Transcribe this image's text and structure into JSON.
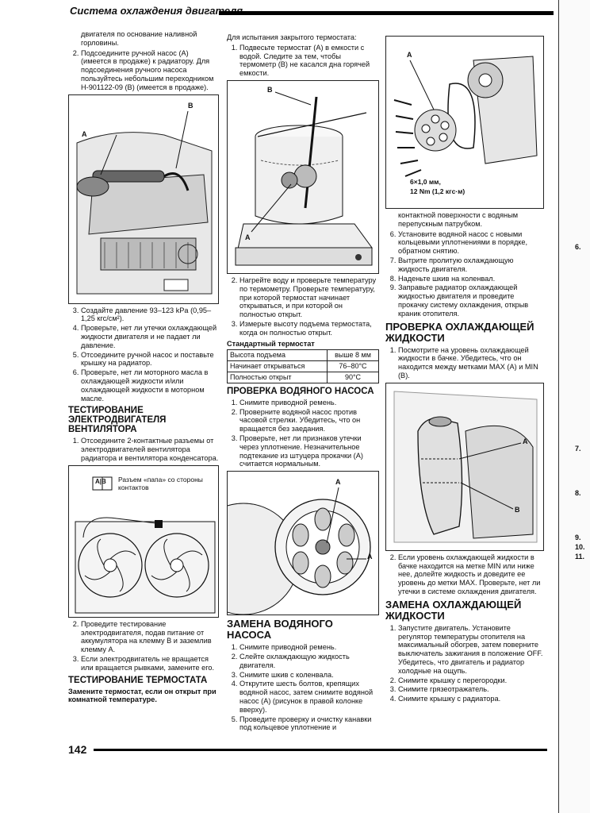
{
  "header": {
    "title": "Система охлаждения двигателя"
  },
  "col1": {
    "intro_lines": [
      "двигателя по основание наливной горловины."
    ],
    "steps_a": [
      "Подсоедините ручной насос (A) (имеется в продаже) к радиатору. Для подсоединения ручного насоса пользуйтесь небольшим переходником H-901122-09 (B) (имеется в продаже)."
    ],
    "fig1": {
      "label_a": "A",
      "label_b": "B"
    },
    "steps_b": [
      "Создайте давление 93–123 kPa (0,95–1,25 кгс/см²).",
      "Проверьте, нет ли утечки охлаждающей жидкости двигателя и не падает ли давление.",
      "Отсоедините ручной насос и поставьте крышку на радиатор.",
      "Проверьте, нет ли моторного масла в охлаждающей жидкости и/или охлаждающей жидкости в моторном масле."
    ],
    "fan_heading": "ТЕСТИРОВАНИЕ ЭЛЕКТРОДВИГАТЕЛЯ ВЕНТИЛЯТОРА",
    "fan_steps_a": [
      "Отсоедините 2-контактные разъемы от электродвигателей вентилятора радиатора и вентилятора конденсатора."
    ],
    "fig2": {
      "connector": "A|B",
      "caption": "Разъем «папа» со стороны контактов"
    },
    "fan_steps_b": [
      "Проведите тестирование электродвигателя, подав питание от аккумулятора на клемму B и заземлив клемму A.",
      "Если электродвигатель не вращается или вращается рывками, замените его."
    ],
    "thermo_heading": "ТЕСТИРОВАНИЕ ТЕРМОСТАТА",
    "thermo_note": "Замените термостат, если он открыт при комнатной температуре."
  },
  "col2": {
    "intro": "Для испытания закрытого термостата:",
    "steps_a": [
      "Подвесьте термостат (A) в емкости с водой. Следите за тем, чтобы термометр (B) не касался дна горячей емкости."
    ],
    "fig3": {
      "label_a": "A",
      "label_b": "B"
    },
    "steps_b": [
      "Нагрейте воду и проверьте температуру по термометру. Проверьте температуру, при которой термостат начинает открываться, и при которой он полностью открыт.",
      "Измерьте высоту подъема термостата, когда он полностью открыт."
    ],
    "table_title": "Стандартный термостат",
    "table": [
      {
        "name": "Высота подъема",
        "value": "выше 8 мм"
      },
      {
        "name": "Начинает открываться",
        "value": "76–80°C"
      },
      {
        "name": "Полностью открыт",
        "value": "90°C"
      }
    ],
    "pump_check_heading": "ПРОВЕРКА ВОДЯНОГО НАСОСА",
    "pump_check_steps": [
      "Снимите приводной ремень.",
      "Проверните водяной насос против часовой стрелки. Убедитесь, что он вращается без заедания.",
      "Проверьте, нет ли признаков утечки через уплотнение. Незначительное подтекание из штуцера прокачки (A) считается нормальным."
    ],
    "fig4": {
      "label_a": "A"
    },
    "pump_replace_heading": "ЗАМЕНА ВОДЯНОГО НАСОСА",
    "pump_replace_steps": [
      "Снимите приводной ремень.",
      "Слейте охлаждающую жидкость двигателя.",
      "Снимите шкив с коленвала.",
      "Открутите шесть болтов, крепящих водяной насос, затем снимите водяной насос (A) (рисунок в правой колонке вверху).",
      "Проведите проверку и очистку канавки под кольцевое уплотнение и"
    ]
  },
  "col3": {
    "fig5": {
      "label_a": "A",
      "spec1": "6×1,0 мм,",
      "spec2": "12 Nm (1,2 кгс·м)"
    },
    "continuation": "контактной поверхности с водяным перепускным патрубком.",
    "steps": [
      "Установите водяной насос с новыми кольцевыми уплотнениями в порядке, обратном снятию.",
      "Вытрите пролитую охлаждающую жидкость двигателя.",
      "Наденьте шкив на коленвал.",
      "Заправьте радиатор охлаждающей жидкостью двигателя и проведите прокачку систему охлаждения, открыв краник отопителя."
    ],
    "level_heading": "ПРОВЕРКА ОХЛАЖДАЮЩЕЙ ЖИДКОСТИ",
    "level_steps_a": [
      "Посмотрите на уровень охлаждающей жидкости в бачке. Убедитесь, что он находится между метками MAX (A) и MIN (B)."
    ],
    "fig6": {
      "label_a": "A",
      "label_b": "B"
    },
    "level_steps_b": [
      "Если уровень охлаждающей жидкости в бачке находится на метке MIN или ниже нее, долейте жидкость и доведите ее уровень до метки MAX. Проверьте, нет ли утечки в системе охлаждения двигателя."
    ],
    "replace_heading": "ЗАМЕНА ОХЛАЖДАЮЩЕЙ ЖИДКОСТИ",
    "replace_steps": [
      "Запустите двигатель. Установите регулятор температуры отопителя на максимальный обогрев, затем поверните выключатель зажигания в положение OFF. Убедитесь, что двигатель и радиатор холодные на ощупь.",
      "Снимите крышку с перегородки.",
      "Снимите грязеотражатель.",
      "Снимите крышку с радиатора."
    ]
  },
  "edge": [
    "6.",
    "7.",
    "8.",
    "9.",
    "10.",
    "11."
  ],
  "footer": {
    "page_number": "142"
  }
}
